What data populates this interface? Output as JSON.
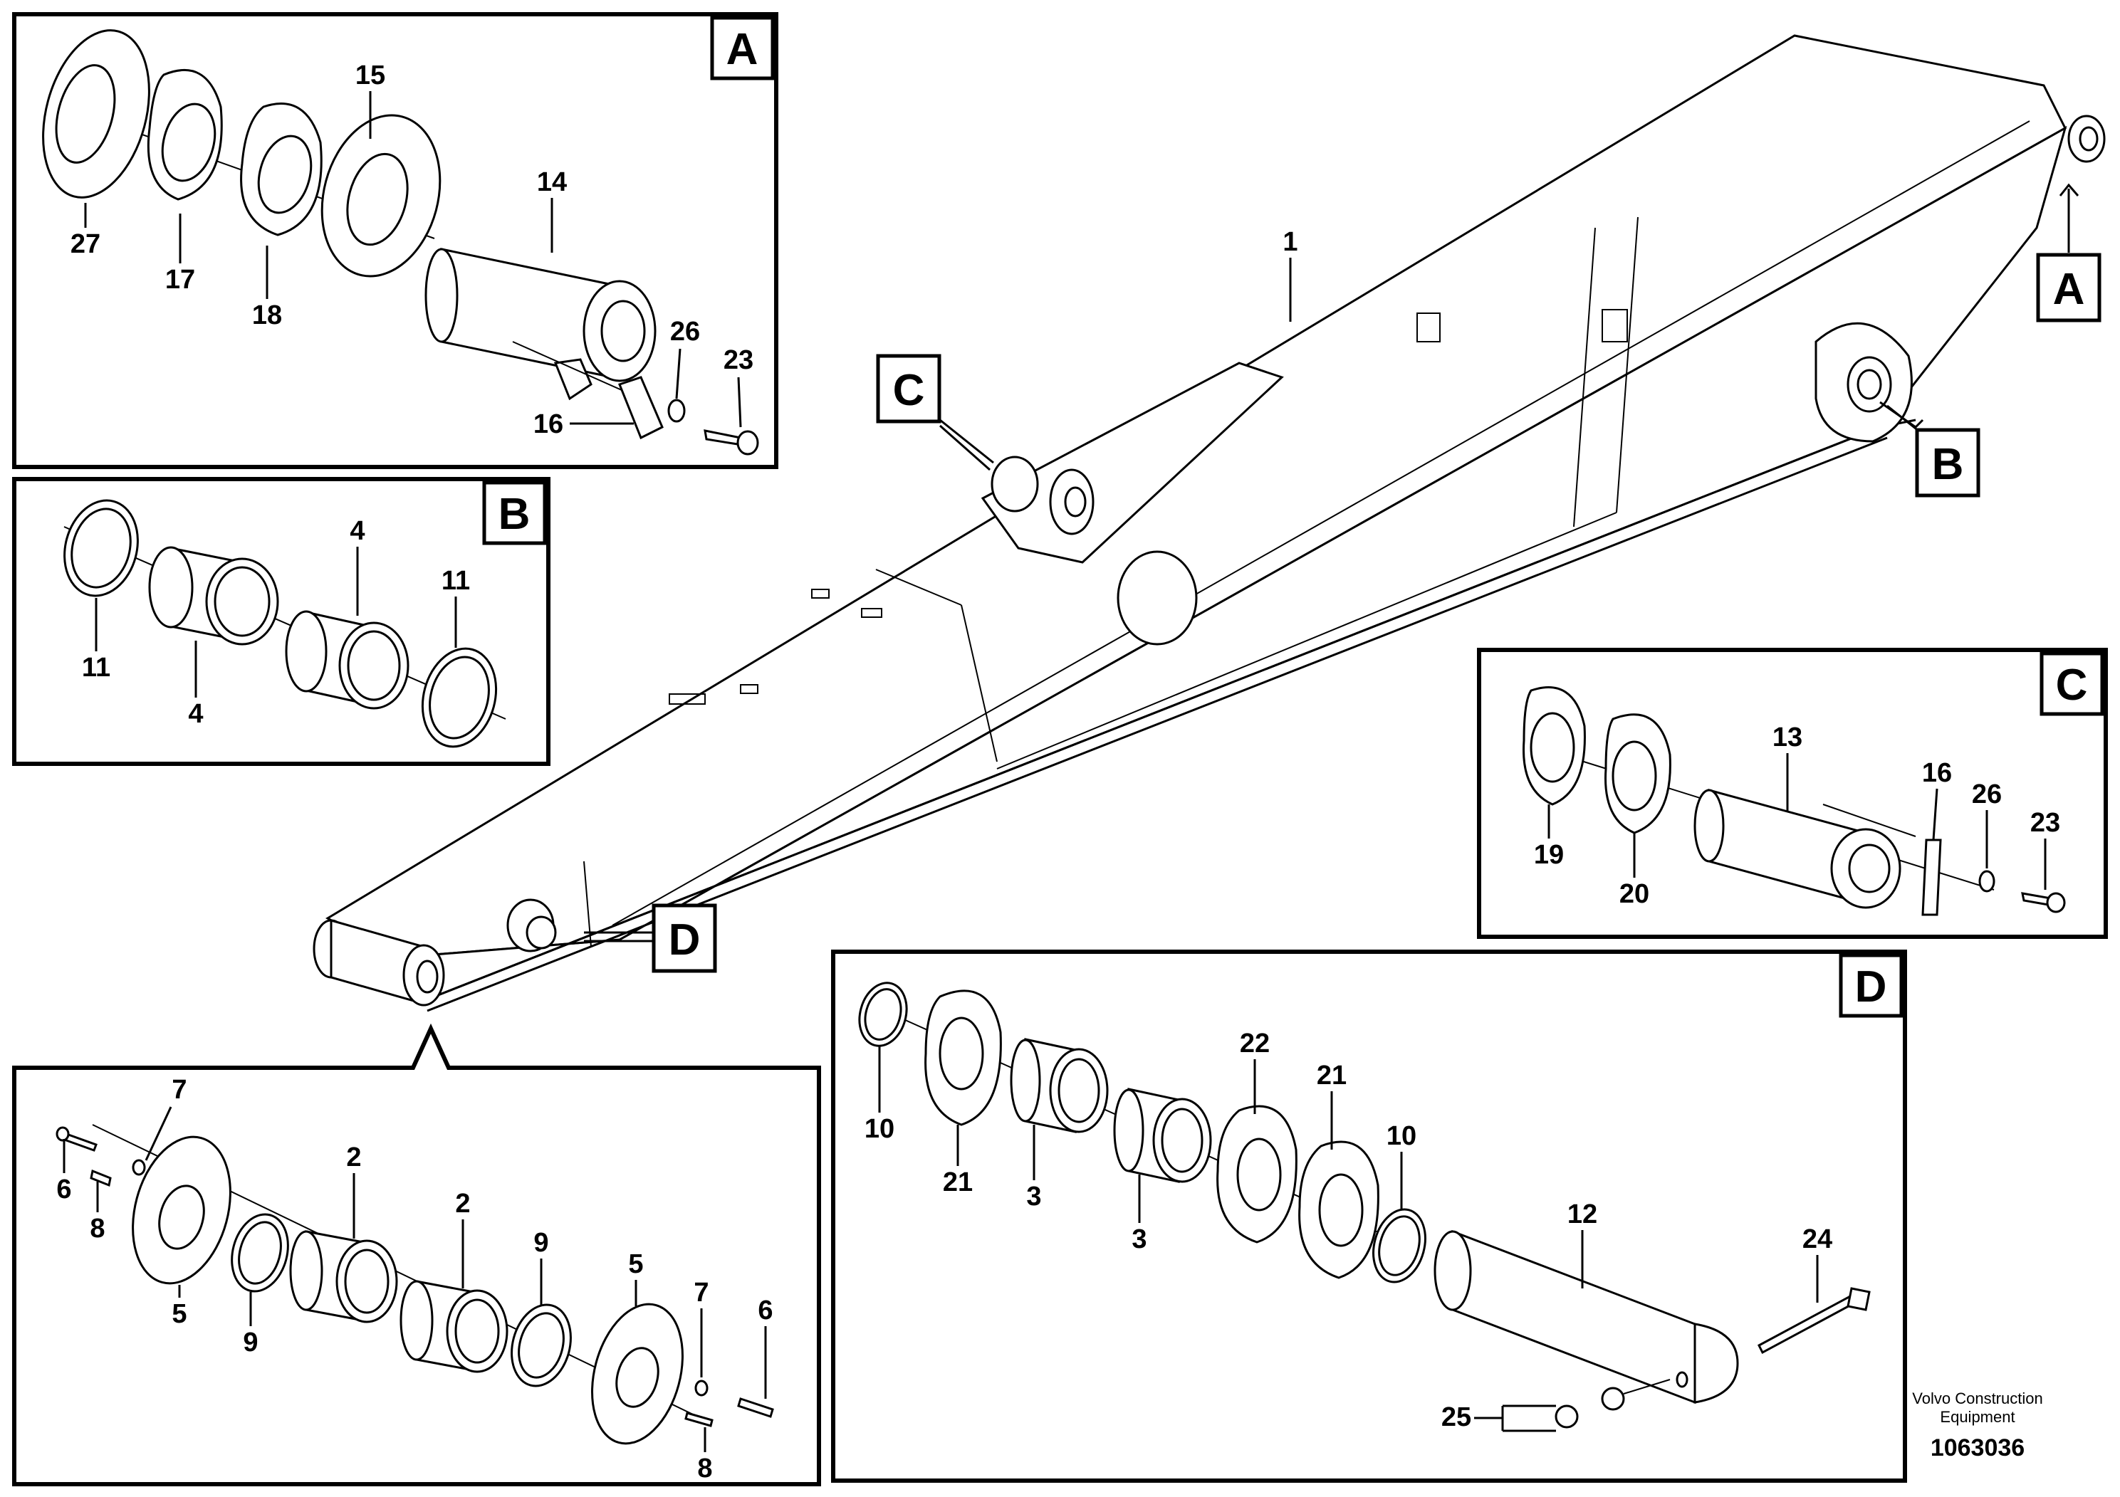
{
  "main_view": {
    "boom_label": "1",
    "callouts": {
      "a": "A",
      "b": "B",
      "c": "C",
      "d": "D"
    }
  },
  "detail_a": {
    "letter": "A",
    "labels": {
      "p27": "27",
      "p17": "17",
      "p18": "18",
      "p15": "15",
      "p14": "14",
      "p26": "26",
      "p23": "23",
      "p16": "16"
    }
  },
  "detail_b": {
    "letter": "B",
    "labels": {
      "p11_left": "11",
      "p4_left": "4",
      "p4_right": "4",
      "p11_right": "11"
    }
  },
  "detail_c": {
    "letter": "C",
    "labels": {
      "p19": "19",
      "p20": "20",
      "p13": "13",
      "p16": "16",
      "p26": "26",
      "p23": "23"
    }
  },
  "detail_d": {
    "letter": "D",
    "labels": {
      "p10_left": "10",
      "p21_left": "21",
      "p3_left": "3",
      "p3_right": "3",
      "p22": "22",
      "p21_right": "21",
      "p10_right": "10",
      "p12": "12",
      "p24": "24",
      "p25": "25"
    }
  },
  "detail_bottom": {
    "labels": {
      "p6_left": "6",
      "p7_left": "7",
      "p8_left": "8",
      "p5_left": "5",
      "p9_left": "9",
      "p2_left": "2",
      "p2_right": "2",
      "p9_right": "9",
      "p5_right": "5",
      "p7_right": "7",
      "p6_right": "6",
      "p8_right": "8"
    }
  },
  "footer": {
    "company_line1": "Volvo Construction",
    "company_line2": "Equipment",
    "document_id": "1063036"
  }
}
